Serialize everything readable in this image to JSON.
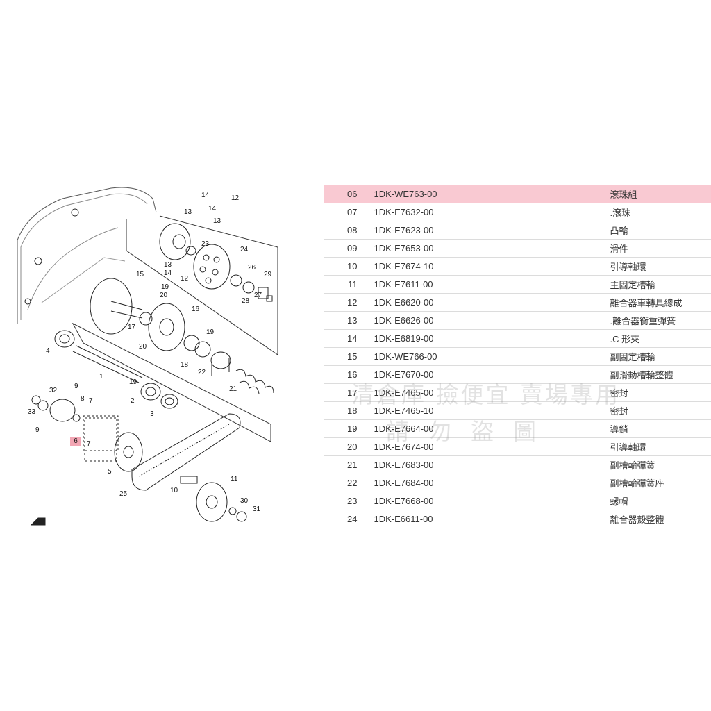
{
  "diagram": {
    "selected_callout": "6",
    "callouts": [
      "14",
      "12",
      "13",
      "14",
      "13",
      "23",
      "24",
      "13",
      "14",
      "12",
      "26",
      "29",
      "28",
      "27",
      "15",
      "19",
      "20",
      "16",
      "17",
      "19",
      "18",
      "20",
      "19",
      "22",
      "21",
      "4",
      "1",
      "2",
      "3",
      "32",
      "9",
      "8",
      "33",
      "9",
      "7",
      "6",
      "7",
      "5",
      "25",
      "10",
      "11",
      "30",
      "31"
    ]
  },
  "parts": [
    {
      "no": "06",
      "part_number": "1DK-WE763-00",
      "name": "滾珠組"
    },
    {
      "no": "07",
      "part_number": "1DK-E7632-00",
      "name": ".滾珠"
    },
    {
      "no": "08",
      "part_number": "1DK-E7623-00",
      "name": "凸輪"
    },
    {
      "no": "09",
      "part_number": "1DK-E7653-00",
      "name": "滑件"
    },
    {
      "no": "10",
      "part_number": "1DK-E7674-10",
      "name": "引導軸環"
    },
    {
      "no": "11",
      "part_number": "1DK-E7611-00",
      "name": "主固定槽輪"
    },
    {
      "no": "12",
      "part_number": "1DK-E6620-00",
      "name": "離合器車轉具總成"
    },
    {
      "no": "13",
      "part_number": "1DK-E6626-00",
      "name": ".離合器衡重彈簧"
    },
    {
      "no": "14",
      "part_number": "1DK-E6819-00",
      "name": ".C 形夾"
    },
    {
      "no": "15",
      "part_number": "1DK-WE766-00",
      "name": "副固定槽輪"
    },
    {
      "no": "16",
      "part_number": "1DK-E7670-00",
      "name": "副滑動槽輪整體"
    },
    {
      "no": "17",
      "part_number": "1DK-E7465-00",
      "name": "密封"
    },
    {
      "no": "18",
      "part_number": "1DK-E7465-10",
      "name": "密封"
    },
    {
      "no": "19",
      "part_number": "1DK-E7664-00",
      "name": "導銷"
    },
    {
      "no": "20",
      "part_number": "1DK-E7674-00",
      "name": "引導軸環"
    },
    {
      "no": "21",
      "part_number": "1DK-E7683-00",
      "name": "副槽輪彈簧"
    },
    {
      "no": "22",
      "part_number": "1DK-E7684-00",
      "name": "副槽輪彈簧座"
    },
    {
      "no": "23",
      "part_number": "1DK-E7668-00",
      "name": "螺帽"
    },
    {
      "no": "24",
      "part_number": "1DK-E6611-00",
      "name": "離合器殼整體"
    }
  ],
  "watermark": {
    "line1": "清倉庫 撿便宜 賣場專用",
    "line2": "請勿盜圖"
  },
  "colors": {
    "selected_row": "#f9c9d2",
    "selected_callout": "#f3a6b4"
  }
}
